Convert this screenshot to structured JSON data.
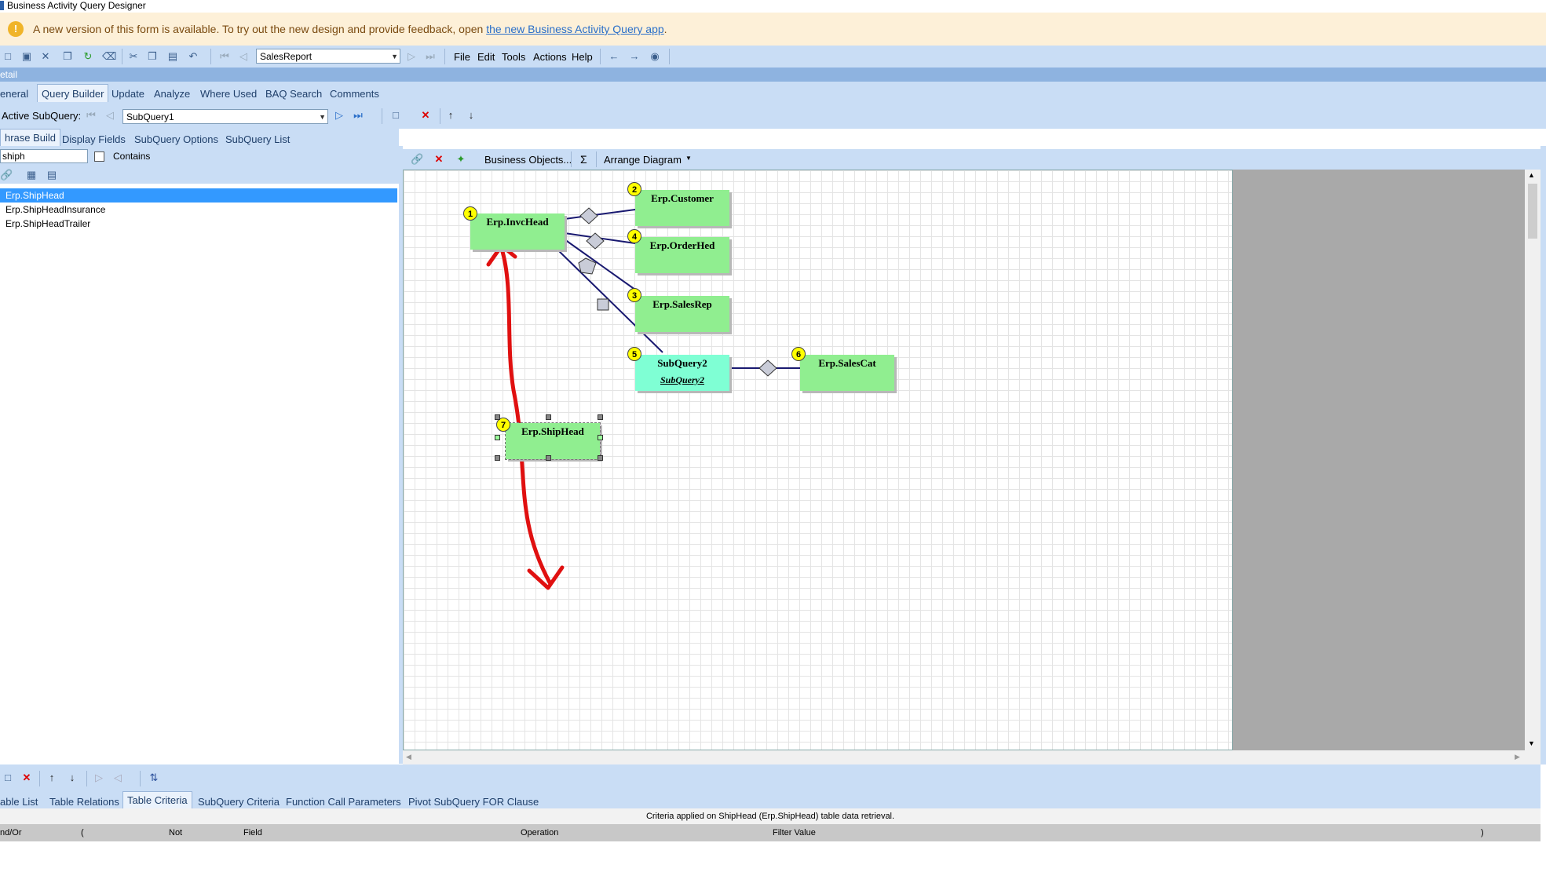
{
  "window": {
    "title": "Business Activity Query Designer"
  },
  "banner": {
    "message": "A new version of this form is available. To try out the new design and provide feedback, open ",
    "link_text": "the new Business Activity Query app",
    "trailing": "."
  },
  "toolbar": {
    "query_id": "SalesReport",
    "menus": [
      "File",
      "Edit",
      "Tools",
      "Actions",
      "Help"
    ]
  },
  "detail_label": "etail",
  "main_tabs": [
    "eneral",
    "Query Builder",
    "Update",
    "Analyze",
    "Where Used",
    "BAQ Search",
    "Comments"
  ],
  "subquery": {
    "label": "Active SubQuery:",
    "value": "SubQuery1"
  },
  "sub_tabs": [
    "hrase Build",
    "Display Fields",
    "SubQuery Options",
    "SubQuery List"
  ],
  "search": {
    "value": "shiph",
    "contains_label": "Contains"
  },
  "tree_items": [
    "Erp.ShipHead",
    "Erp.ShipHeadInsurance",
    "Erp.ShipHeadTrailer"
  ],
  "diagram_toolbar": {
    "business_objects": "Business Objects...",
    "sigma": "Σ",
    "arrange": "Arrange Diagram"
  },
  "diagram_tables": [
    {
      "num": "1",
      "name": "Erp.InvcHead"
    },
    {
      "num": "2",
      "name": "Erp.Customer"
    },
    {
      "num": "4",
      "name": "Erp.OrderHed"
    },
    {
      "num": "3",
      "name": "Erp.SalesRep"
    },
    {
      "num": "5",
      "name": "SubQuery2",
      "sub": "SubQuery2"
    },
    {
      "num": "6",
      "name": "Erp.SalesCat"
    },
    {
      "num": "7",
      "name": "Erp.ShipHead"
    }
  ],
  "bottom_tabs": [
    "able List",
    "Table Relations",
    "Table Criteria",
    "SubQuery Criteria",
    "Function Call Parameters",
    "Pivot SubQuery FOR Clause"
  ],
  "criteria_message": "Criteria applied on ShipHead (Erp.ShipHead)  table data retrieval.",
  "grid_columns": [
    "nd/Or",
    "(",
    "Not",
    "Field",
    "Operation",
    "Filter Value",
    ")"
  ],
  "colors": {
    "toolbar_bg": "#c9ddf5",
    "table_green": "#90ee90",
    "table_cyan": "#7fffd4",
    "annotation_red": "#e01010"
  }
}
